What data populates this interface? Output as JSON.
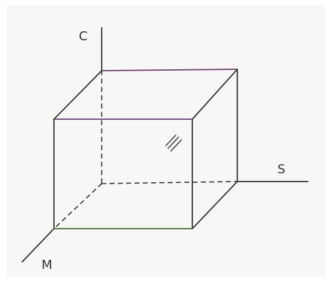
{
  "diagram": {
    "axes": {
      "vertical_label": "C",
      "right_label": "S",
      "front_label": "M"
    },
    "colors": {
      "line": "#333333",
      "background": "#f7f7f5"
    }
  }
}
